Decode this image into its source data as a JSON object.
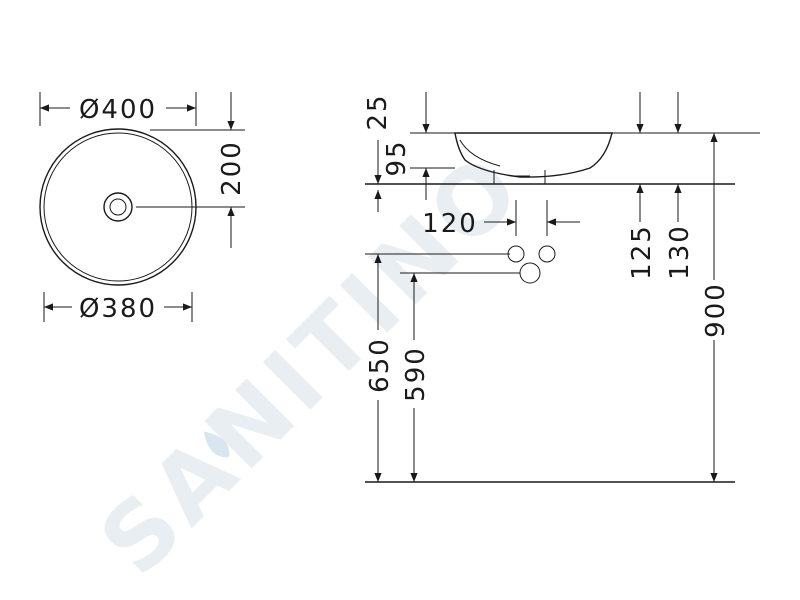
{
  "watermark": {
    "text": "SANITINO"
  },
  "plan_view": {
    "outer_diameter": "Ø400",
    "inner_diameter": "Ø380",
    "drain_offset": "200"
  },
  "side_view": {
    "rim_height": "25",
    "bowl_depth": "95",
    "drain_center_spacing": "120",
    "bowl_height": "125",
    "total_height": "130",
    "overall_height": "900",
    "outlet_height_upper": "650",
    "outlet_height_lower": "590"
  }
}
